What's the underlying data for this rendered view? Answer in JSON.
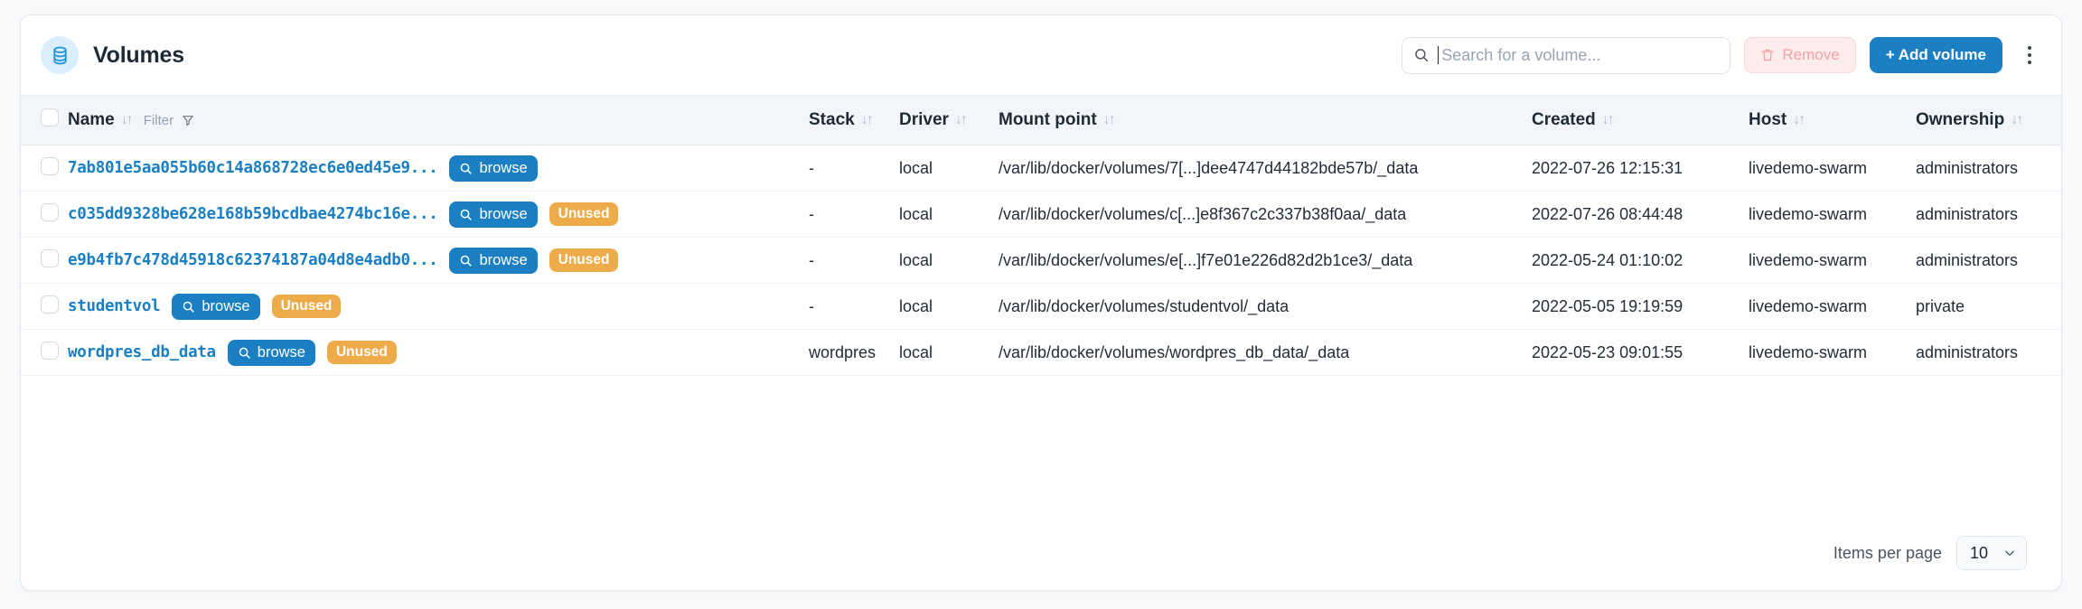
{
  "header": {
    "title": "Volumes",
    "icon": "volume-database-icon",
    "icon_bg": "#dbeefd",
    "icon_color": "#2196d6"
  },
  "toolbar": {
    "search": {
      "placeholder": "Search for a volume...",
      "value": "",
      "icon": "search-icon"
    },
    "remove_label": "Remove",
    "remove_icon": "trash-icon",
    "remove_disabled": true,
    "add_label": "+ Add volume",
    "menu_icon": "kebab-menu-icon"
  },
  "table": {
    "columns": [
      {
        "key": "name",
        "label": "Name",
        "sortable": true,
        "filter_label": "Filter",
        "filter_icon": "funnel-icon"
      },
      {
        "key": "stack",
        "label": "Stack",
        "sortable": true
      },
      {
        "key": "driver",
        "label": "Driver",
        "sortable": true
      },
      {
        "key": "mount",
        "label": "Mount point",
        "sortable": true
      },
      {
        "key": "created",
        "label": "Created",
        "sortable": true
      },
      {
        "key": "host",
        "label": "Host",
        "sortable": true
      },
      {
        "key": "ownership",
        "label": "Ownership",
        "sortable": true
      }
    ],
    "sort_icon": "↓↑",
    "browse_label": "browse",
    "browse_icon": "search-icon",
    "unused_label": "Unused",
    "rows": [
      {
        "selected": false,
        "name": "7ab801e5aa055b60c14a868728ec6e0ed45e9...",
        "browse": true,
        "unused": false,
        "stack": "-",
        "driver": "local",
        "mount": "/var/lib/docker/volumes/7[...]dee4747d44182bde57b/_data",
        "created": "2022-07-26 12:15:31",
        "host": "livedemo-swarm",
        "ownership": "administrators"
      },
      {
        "selected": false,
        "name": "c035dd9328be628e168b59bcdbae4274bc16e...",
        "browse": true,
        "unused": true,
        "stack": "-",
        "driver": "local",
        "mount": "/var/lib/docker/volumes/c[...]e8f367c2c337b38f0aa/_data",
        "created": "2022-07-26 08:44:48",
        "host": "livedemo-swarm",
        "ownership": "administrators"
      },
      {
        "selected": false,
        "name": "e9b4fb7c478d45918c62374187a04d8e4adb0...",
        "browse": true,
        "unused": true,
        "stack": "-",
        "driver": "local",
        "mount": "/var/lib/docker/volumes/e[...]f7e01e226d82d2b1ce3/_data",
        "created": "2022-05-24 01:10:02",
        "host": "livedemo-swarm",
        "ownership": "administrators"
      },
      {
        "selected": false,
        "name": "studentvol",
        "browse": true,
        "unused": true,
        "stack": "-",
        "driver": "local",
        "mount": "/var/lib/docker/volumes/studentvol/_data",
        "created": "2022-05-05 19:19:59",
        "host": "livedemo-swarm",
        "ownership": "private"
      },
      {
        "selected": false,
        "name": "wordpres_db_data",
        "browse": true,
        "unused": true,
        "stack": "wordpres",
        "driver": "local",
        "mount": "/var/lib/docker/volumes/wordpres_db_data/_data",
        "created": "2022-05-23 09:01:55",
        "host": "livedemo-swarm",
        "ownership": "administrators"
      }
    ]
  },
  "footer": {
    "items_per_page_label": "Items per page",
    "items_per_page_value": "10",
    "chevron_icon": "chevron-down-icon"
  },
  "colors": {
    "accent_blue": "#1b7fc4",
    "badge_orange": "#eeab4a",
    "danger_soft": "#fdecec",
    "page_bg": "#f7f9fb"
  }
}
